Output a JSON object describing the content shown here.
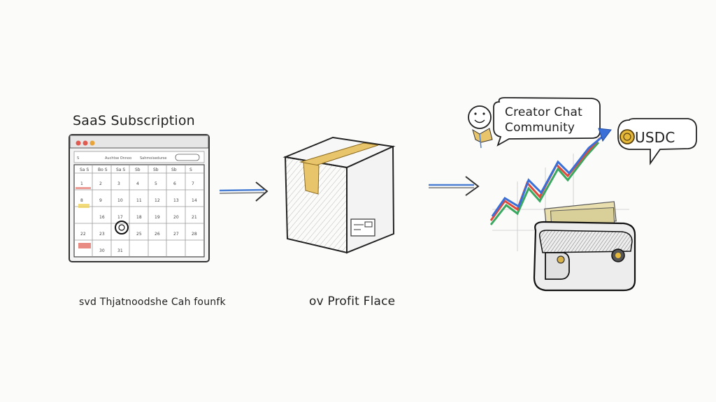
{
  "diagram": {
    "left_title": "SaaS Subscription",
    "left_caption": "svd Thjatnoodshe Cah founfk",
    "middle_caption": "ov Profit Flace",
    "chat_bubble": {
      "line1": "Creator Chat",
      "line2": "Community"
    },
    "coin_bubble": "USDC",
    "colors": {
      "arrow": "#4a7fd4",
      "trend_blue": "#3a6fd8",
      "trend_red": "#e0483a",
      "trend_green": "#3aa860",
      "tape": "#e8c46a",
      "coin": "#e6b93a"
    },
    "icons": [
      "calendar-window-icon",
      "box-icon",
      "smiley-icon",
      "coin-icon",
      "wallet-icon",
      "trend-chart-icon"
    ]
  }
}
